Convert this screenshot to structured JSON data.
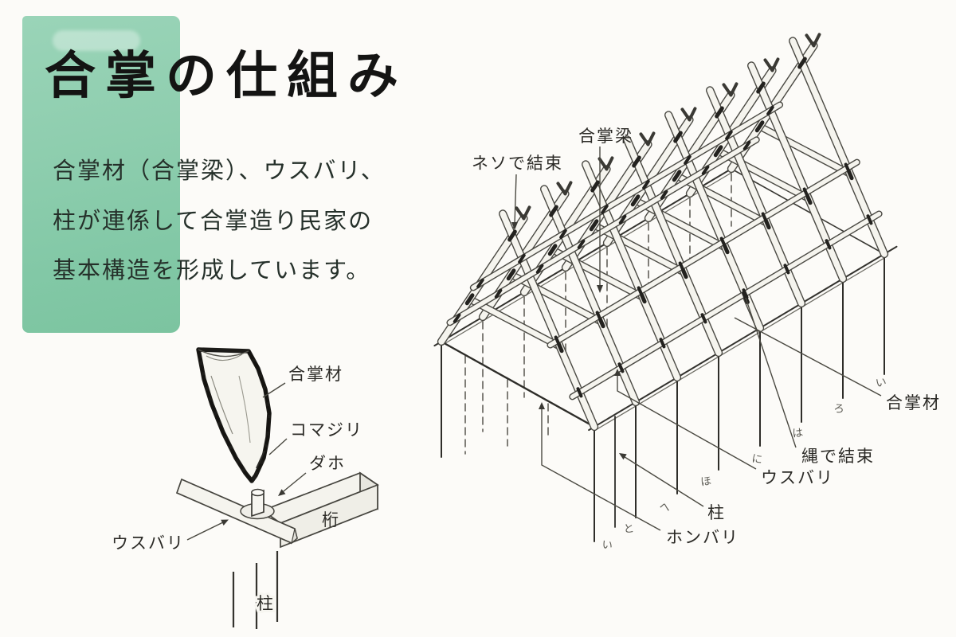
{
  "page": {
    "background": "#fcfbf8"
  },
  "intro": {
    "heading": "合掌の仕組み",
    "lines": [
      "合掌材（合掌梁）、ウスバリ、",
      "柱が連係して合掌造り民家の",
      "基本構造を形成しています。"
    ],
    "panel_color": "#8fceaf"
  },
  "joint_detail": {
    "labels": {
      "gassho_zai": "合掌材",
      "komajiri": "コマジリ",
      "daho": "ダホ",
      "keta": "桁",
      "usubari": "ウスバリ",
      "hashira": "柱"
    }
  },
  "main_diagram": {
    "labels": {
      "neso": "ネソで結束",
      "gassho_bari": "合掌梁",
      "gassho_zai": "合掌材",
      "nawa": "縄で結束",
      "usubari": "ウスバリ",
      "hashira": "柱",
      "honbari": "ホンバリ"
    },
    "column_marks": [
      "い",
      "ろ",
      "は",
      "に",
      "ほ",
      "へ",
      "と",
      "い"
    ]
  }
}
